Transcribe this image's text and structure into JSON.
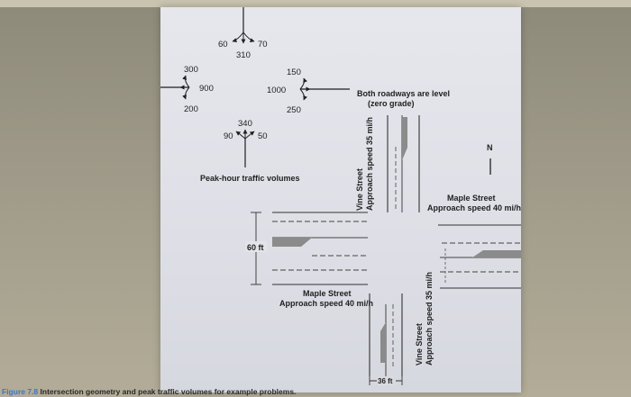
{
  "turning_volumes": {
    "north": {
      "left": "60",
      "through": "310",
      "right": "70"
    },
    "west": {
      "left": "300",
      "through": "900",
      "right": "200"
    },
    "east": {
      "left": "150",
      "through": "1000",
      "right": "250"
    },
    "south": {
      "left": "90",
      "through": "340",
      "right": "50"
    }
  },
  "diagram": {
    "volumes_title": "Peak-hour traffic volumes",
    "grade_note_line1": "Both roadways are level",
    "grade_note_line2": "(zero grade)",
    "north_marker": "N",
    "vine_north_label_line1": "Vine Street",
    "vine_north_label_line2": "Approach speed 35 mi/h",
    "maple_east_label_line1": "Maple Street",
    "maple_east_label_line2": "Approach speed 40 mi/h",
    "maple_west_label_line1": "Maple Street",
    "maple_west_label_line2": "Approach speed 40 mi/h",
    "vine_south_label_line1": "Vine Street",
    "vine_south_label_line2": "Approach speed 35 mi/h",
    "dimension_60ft": "60 ft",
    "dimension_36ft": "36 ft"
  },
  "caption": {
    "figure_number": "Figure 7.8",
    "text": " Intersection geometry and peak traffic volumes for example problems."
  }
}
